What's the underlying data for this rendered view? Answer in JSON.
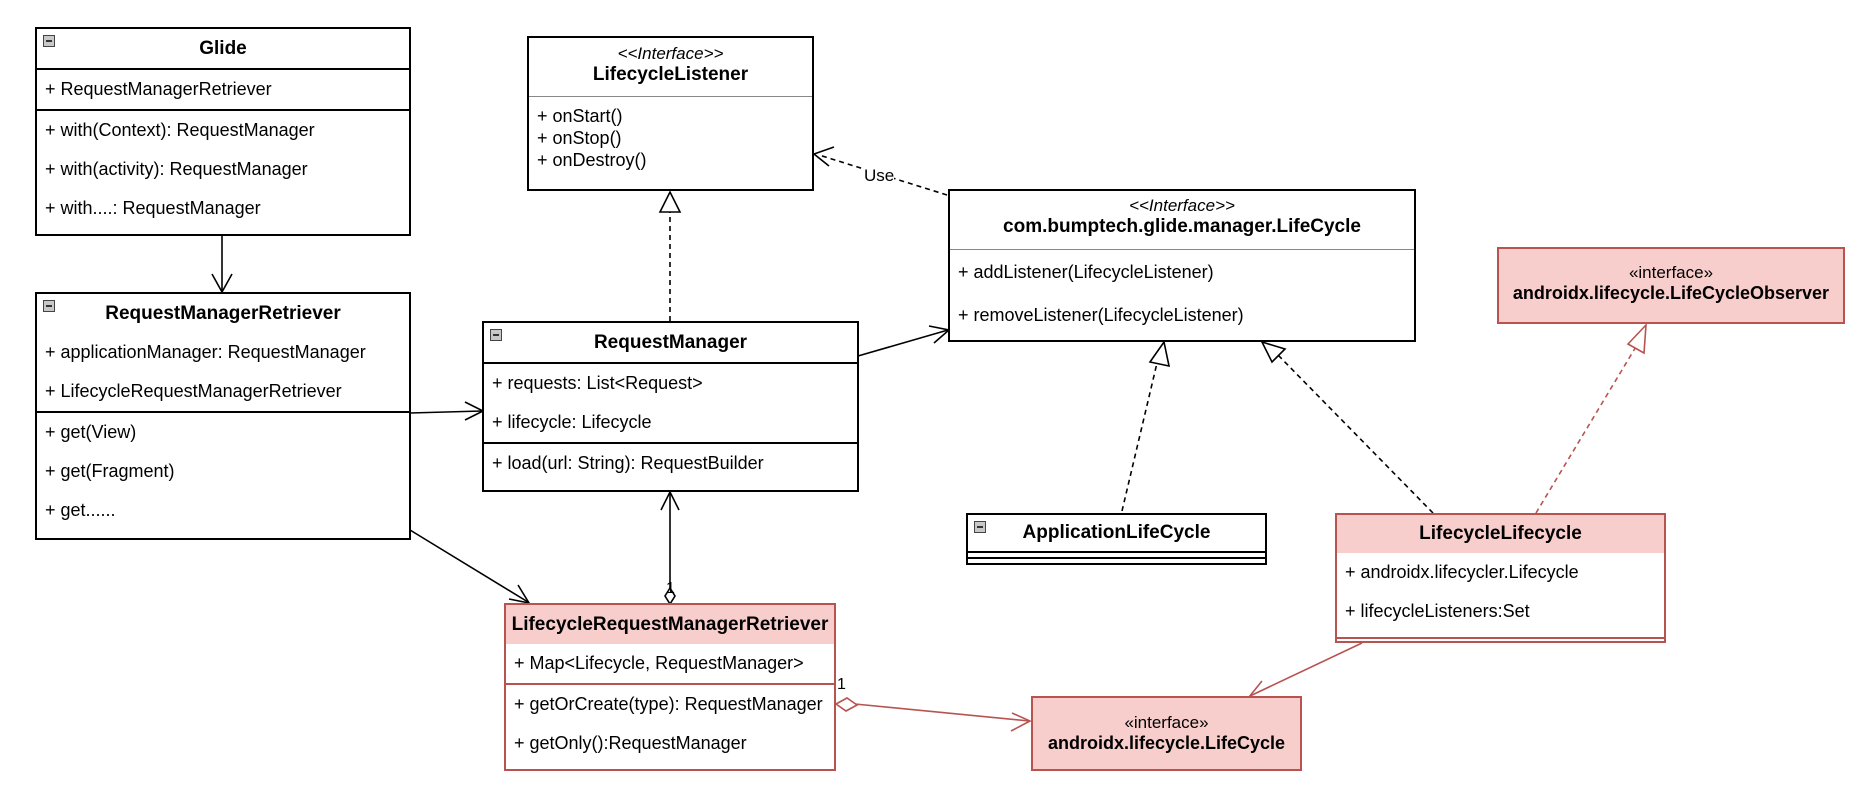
{
  "colors": {
    "pink_fill": "#f8cecc",
    "red_stroke": "#b85450",
    "black": "#000000"
  },
  "icons": {
    "collapse": "minus-box-icon"
  },
  "glide": {
    "name": "Glide",
    "fields": [
      "+ RequestManagerRetriever"
    ],
    "methods": [
      "+ with(Context): RequestManager",
      "+ with(activity): RequestManager",
      "+ with....: RequestManager"
    ]
  },
  "lifecycle_listener": {
    "stereotype": "<<Interface>>",
    "name": "LifecycleListener",
    "methods": [
      "+ onStart()",
      "+ onStop()",
      "+ onDestroy()"
    ]
  },
  "bumptech_lifecycle": {
    "stereotype": "<<Interface>>",
    "name": "com.bumptech.glide.manager.LifeCycle",
    "methods": [
      "+ addListener(LifecycleListener)",
      "+ removeListener(LifecycleListener)"
    ]
  },
  "lifecycle_observer": {
    "stereotype": "«interface»",
    "name": "androidx.lifecycle.LifeCycleObserver"
  },
  "request_manager_retriever": {
    "name": "RequestManagerRetriever",
    "fields": [
      "+ applicationManager: RequestManager",
      "+ LifecycleRequestManagerRetriever"
    ],
    "methods": [
      "+ get(View)",
      "+ get(Fragment)",
      "+ get......"
    ]
  },
  "request_manager": {
    "name": "RequestManager",
    "fields": [
      "+ requests: List<Request>",
      "+ lifecycle: Lifecycle"
    ],
    "methods": [
      "+ load(url: String): RequestBuilder"
    ]
  },
  "application_lifecycle": {
    "name": "ApplicationLifeCycle"
  },
  "lifecycle_lifecycle": {
    "name": "LifecycleLifecycle",
    "fields": [
      "+ androidx.lifecycler.Lifecycle",
      "+ lifecycleListeners:Set"
    ]
  },
  "lifecycle_request_manager_retriever": {
    "name": "LifecycleRequestManagerRetriever",
    "fields": [
      "+ Map<Lifecycle, RequestManager>"
    ],
    "methods": [
      "+ getOrCreate(type): RequestManager",
      "+ getOnly():RequestManager"
    ]
  },
  "androidx_lifecycle": {
    "stereotype": "«interface»",
    "name": "androidx.lifecycle.LifeCycle"
  },
  "labels": {
    "use": "Use",
    "mult_rm": "1",
    "mult_aggr": "1"
  }
}
